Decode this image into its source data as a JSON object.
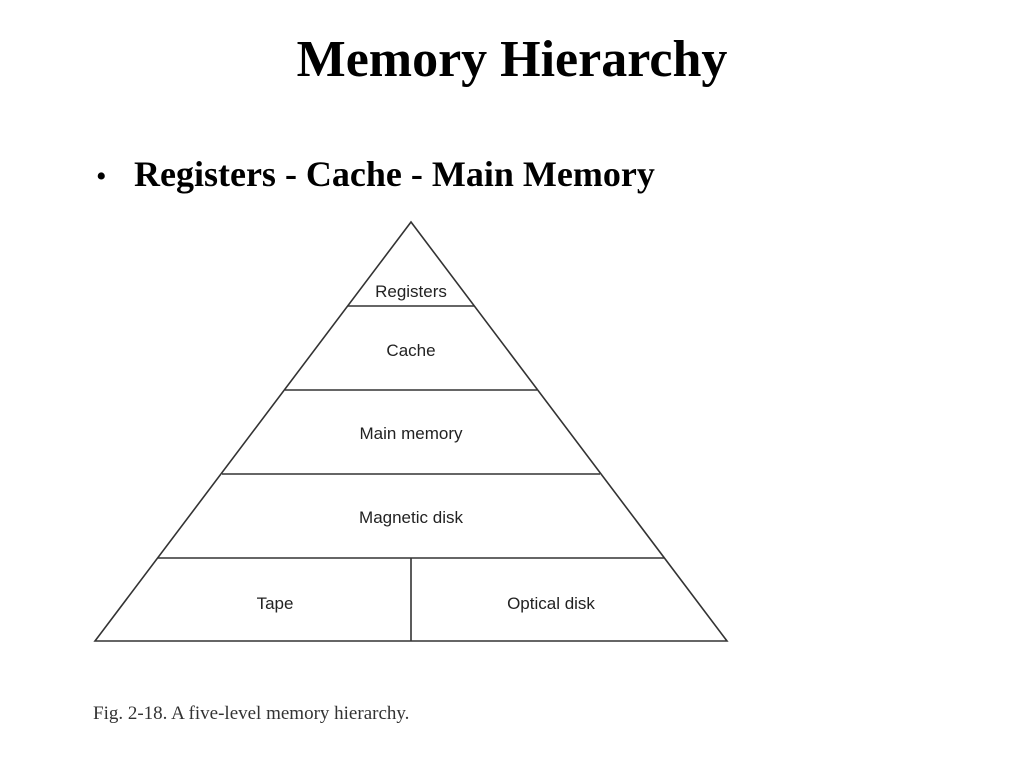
{
  "title": "Memory Hierarchy",
  "bullet": {
    "symbol": "•",
    "text": "Registers - Cache - Main Memory"
  },
  "pyramid": {
    "levels": [
      {
        "label": "Registers"
      },
      {
        "label": "Cache"
      },
      {
        "label": "Main memory"
      },
      {
        "label": "Magnetic disk"
      },
      {
        "labels": [
          "Tape",
          "Optical disk"
        ]
      }
    ]
  },
  "caption": "Fig. 2-18. A five-level memory hierarchy."
}
